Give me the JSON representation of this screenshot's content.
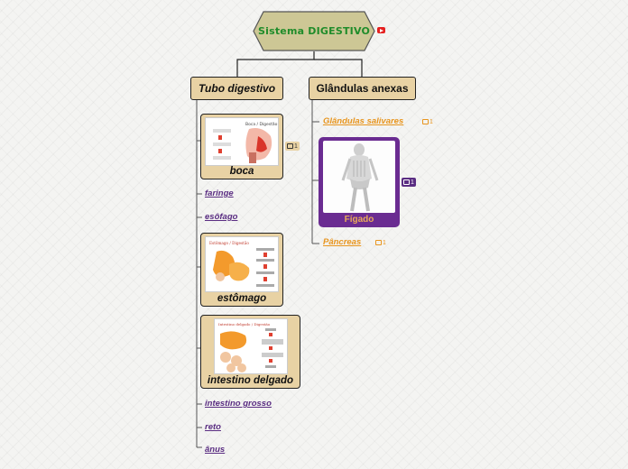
{
  "root": {
    "title": "Sistema DIGESTIVO"
  },
  "branches": {
    "tubo": {
      "label": "Tubo digestivo"
    },
    "glandulas": {
      "label": "Glândulas anexas"
    }
  },
  "tubo_items": {
    "boca": {
      "label": "boca",
      "comments": "1",
      "image_title": "Boca / Digestão"
    },
    "faringe": {
      "label": "faringe"
    },
    "esofago": {
      "label": "esôfago"
    },
    "estomago": {
      "label": "estômago",
      "image_title": "Estômago / Digestão"
    },
    "intestino_delgado": {
      "label": "intestino delgado",
      "image_title": "Intestino delgado / Digestão"
    },
    "intestino_grosso": {
      "label": "intestino grosso"
    },
    "reto": {
      "label": "reto"
    },
    "anus": {
      "label": "ânus"
    }
  },
  "glandulas_items": {
    "salivares": {
      "label": "Glândulas salivares",
      "comments": "1"
    },
    "figado": {
      "label": "Fígado",
      "comments": "1"
    },
    "pancreas": {
      "label": "Pâncreas",
      "comments": "1"
    }
  },
  "colors": {
    "root_fill": "#cdc795",
    "branch_fill": "#e8d2a4",
    "leaf_purple": "#5a2d82",
    "leaf_orange": "#e8951e",
    "figado_fill": "#6a2c91",
    "title_green": "#1f8c2a"
  }
}
